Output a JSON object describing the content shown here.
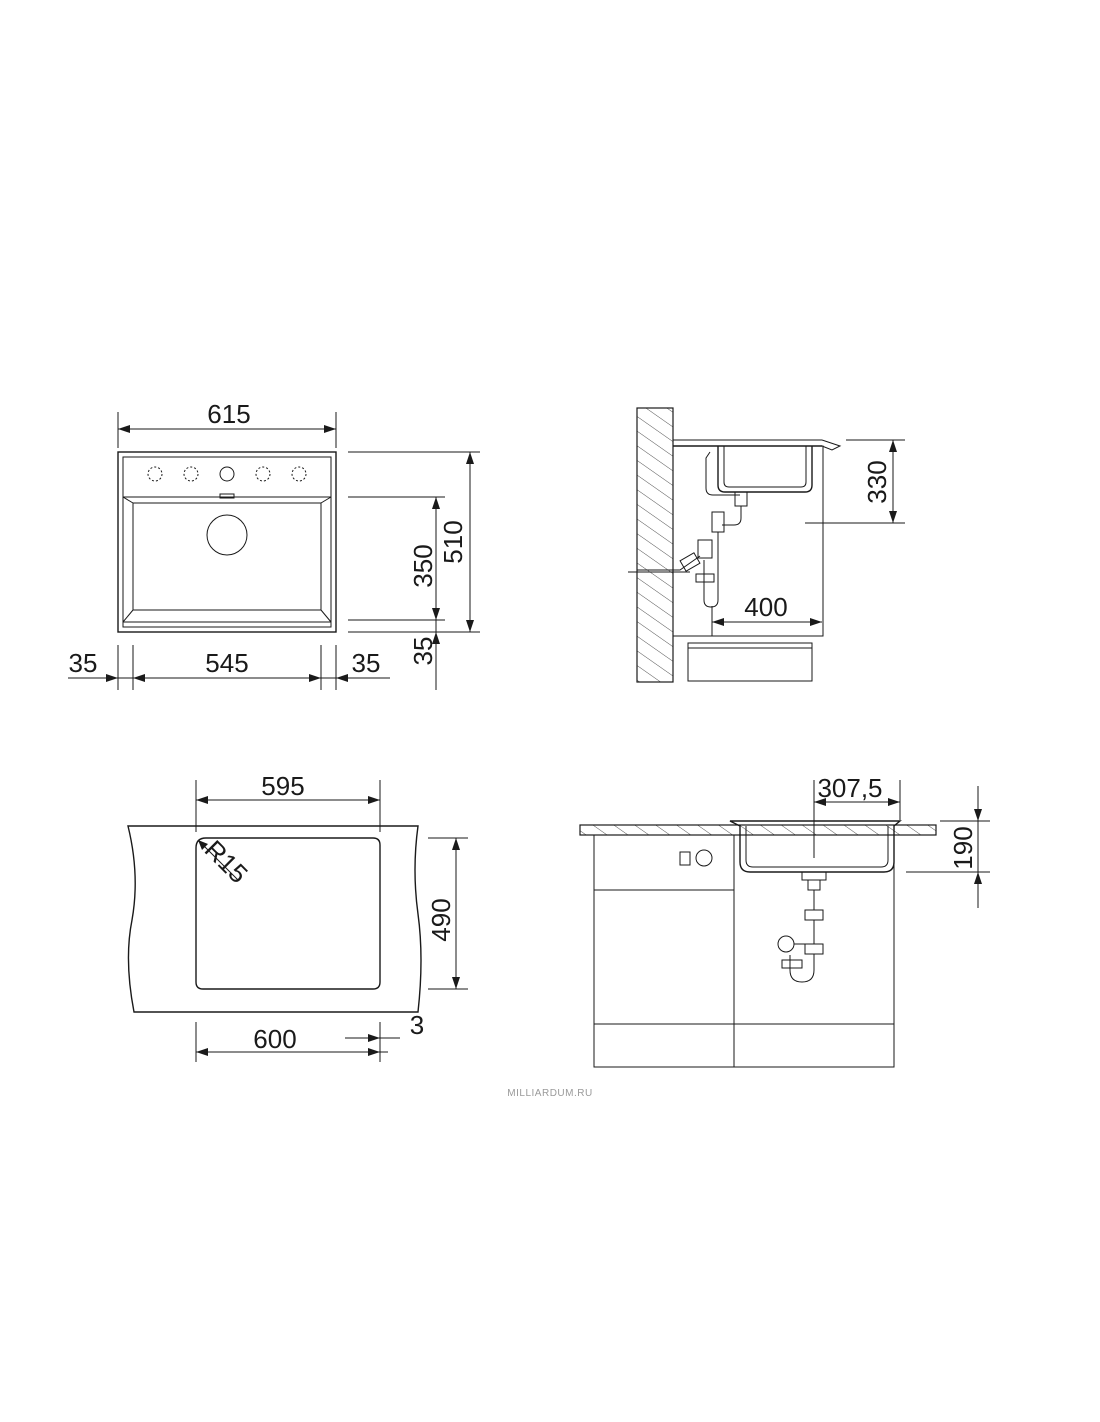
{
  "top_view": {
    "overall_width": "615",
    "overall_depth": "510",
    "bowl_depth": "350",
    "rim_bottom": "35",
    "bowl_width": "545",
    "rim_left": "35",
    "rim_right": "35"
  },
  "side_view": {
    "bowl_height": "330",
    "drain_distance": "400"
  },
  "cutout_view": {
    "cutout_width": "595",
    "cutout_depth": "490",
    "corner_radius": "R15",
    "cabinet_width": "600",
    "gap": "3"
  },
  "front_view": {
    "drain_offset": "307,5",
    "depth_below_top": "190"
  },
  "watermark": "MILLIARDUM.RU"
}
